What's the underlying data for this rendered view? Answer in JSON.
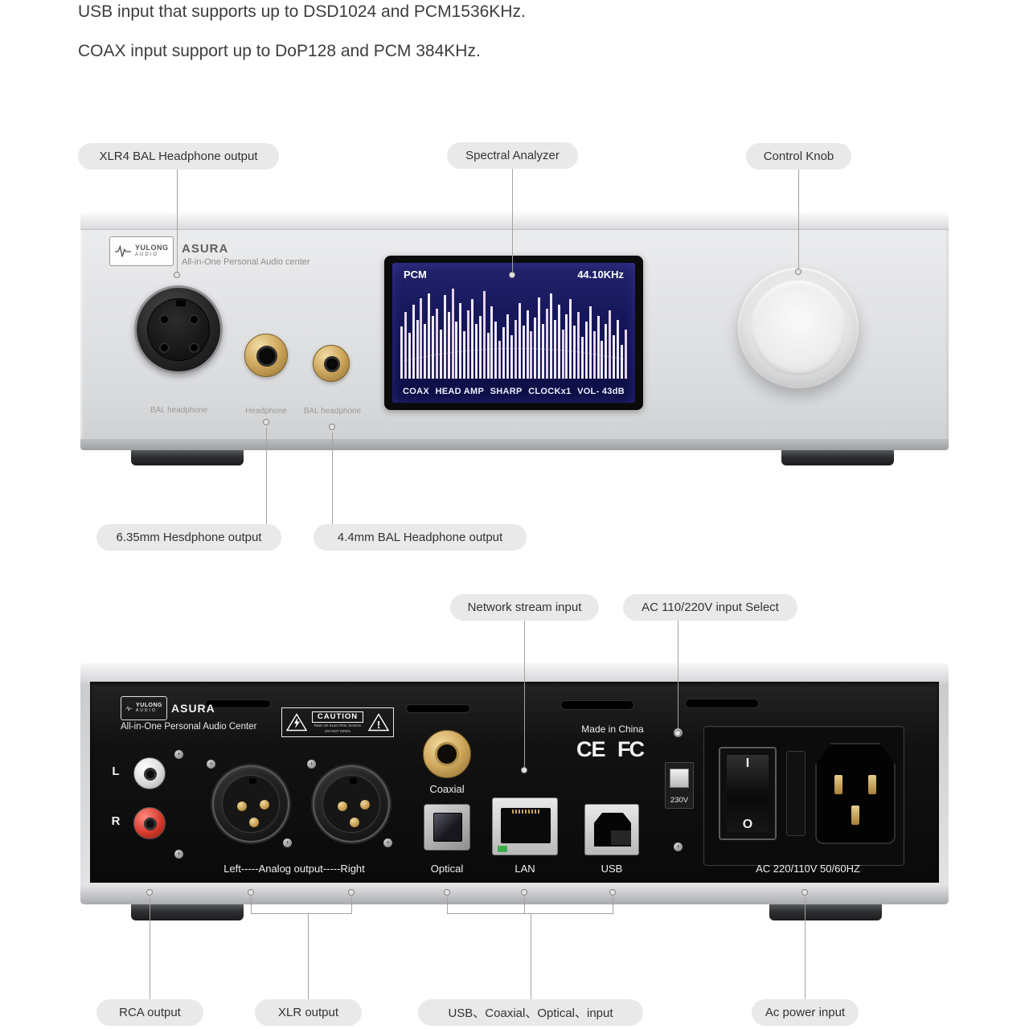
{
  "colors": {
    "pill_bg": "#e9e9e9",
    "chassis_silver": "#dfe0e2",
    "panel_black": "#0f0f0f",
    "screen_bg": "#17185c",
    "bar_color": "#efe9f7",
    "gold": "#c9a45e",
    "rca_red": "#d63a2c"
  },
  "intro": {
    "line1": "USB input that supports up to DSD1024 and PCM1536KHz.",
    "line2": "COAX input support up to DoP128 and PCM 384KHz."
  },
  "logo": {
    "name": "YULONG",
    "sub": "AUDIO"
  },
  "front": {
    "model": "ASURA",
    "tagline": "All-in-One Personal Audio center",
    "callouts": {
      "xlr4": "XLR4 BAL Headphone output",
      "spectral": "Spectral Analyzer",
      "knob": "Control Knob",
      "jack_635": "6.35mm Hesdphone output",
      "jack_44": "4.4mm BAL Headphone output"
    },
    "jack_labels": [
      "BAL headphone",
      "Headphone",
      "BAL headphone"
    ],
    "display": {
      "format": "PCM",
      "sample_rate": "44.10KHz",
      "status": [
        "COAX",
        "HEAD AMP",
        "SHARP",
        "CLOCKx1",
        "VOL- 43dB"
      ],
      "bars": [
        55,
        70,
        48,
        78,
        62,
        85,
        58,
        90,
        66,
        74,
        52,
        88,
        70,
        95,
        60,
        80,
        50,
        72,
        84,
        58,
        66,
        92,
        48,
        76,
        60,
        40,
        54,
        68,
        46,
        62,
        80,
        56,
        72,
        50,
        64,
        86,
        58,
        74,
        90,
        62,
        78,
        52,
        68,
        84,
        56,
        70,
        44,
        60,
        76,
        50,
        66,
        40,
        58,
        72,
        46,
        62,
        36,
        52
      ]
    }
  },
  "rear": {
    "model": "ASURA",
    "tagline": "All-in-One Personal Audio Center",
    "callouts": {
      "network": "Network stream input",
      "ac_select": "AC 110/220V input Select",
      "rca": "RCA output",
      "xlr": "XLR output",
      "digital": "USB、Coaxial、Optical、input",
      "ac_power": "Ac power input"
    },
    "caution": {
      "title": "CAUTION",
      "line1": "RISK OF ELECTRIC SHOCK",
      "line2": "DO NOT OPEN"
    },
    "labels": {
      "l": "L",
      "r": "R",
      "analog": "Left-----Analog output-----Right",
      "coaxial": "Coaxial",
      "optical": "Optical",
      "lan": "LAN",
      "usb": "USB",
      "made_in": "Made in China",
      "ce": "CE",
      "fcc": "FC",
      "voltage": "230V",
      "switch_on": "I",
      "switch_off": "O",
      "ac_rating": "AC 220/110V 50/60HZ"
    }
  }
}
